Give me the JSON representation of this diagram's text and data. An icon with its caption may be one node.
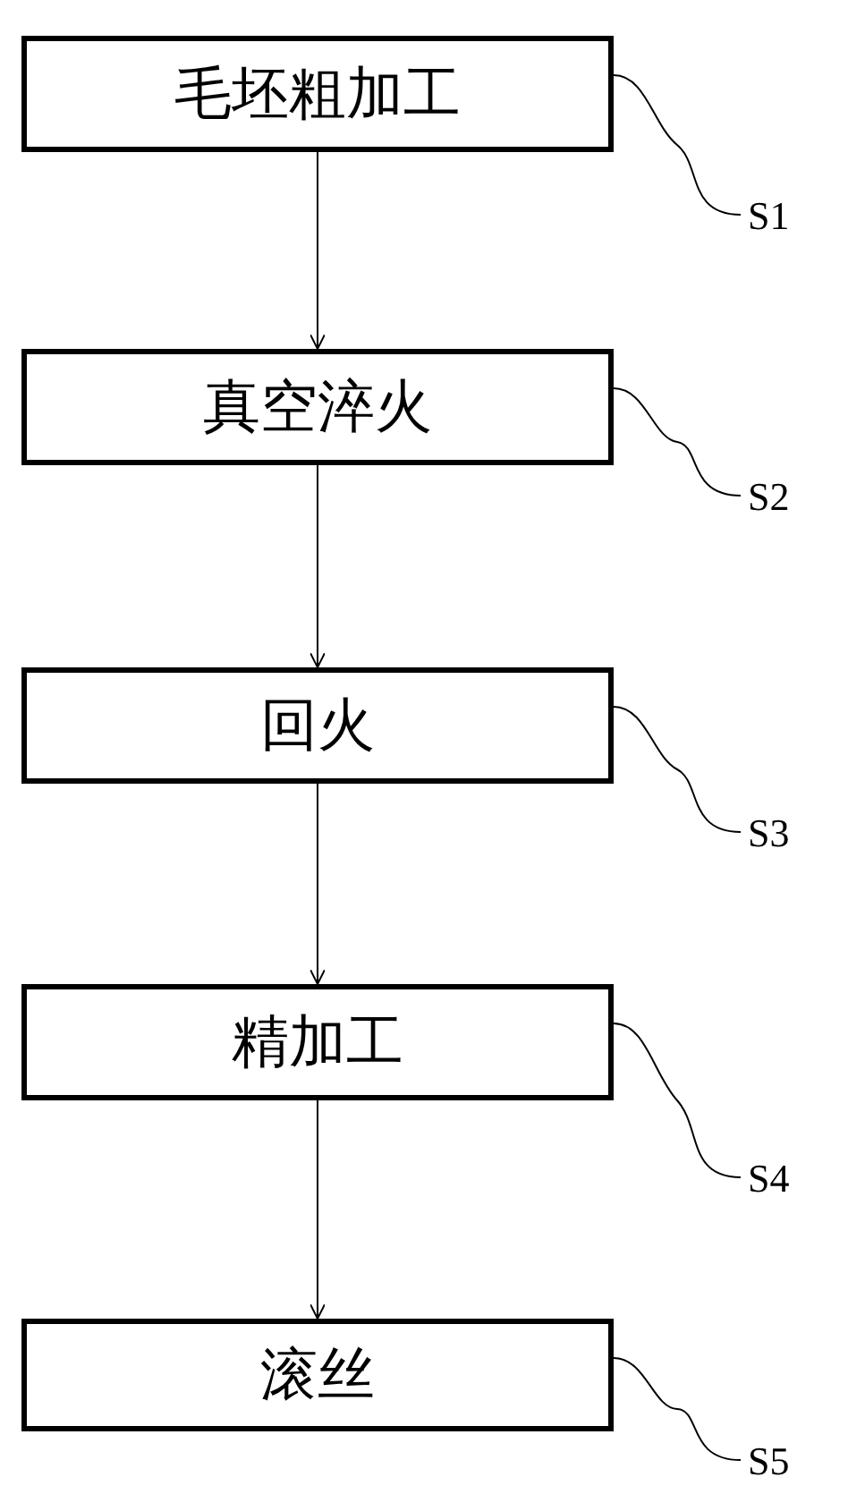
{
  "diagram": {
    "nodes": [
      {
        "text": [
          "毛坯粗加工"
        ]
      },
      {
        "text": [
          "真空淬火"
        ]
      },
      {
        "text": [
          "回火"
        ]
      },
      {
        "text": [
          "精加工"
        ]
      },
      {
        "text": [
          "滚丝"
        ]
      },
      {
        "text": [
          "S1"
        ]
      },
      {
        "text": [
          "S2"
        ]
      },
      {
        "text": [
          "S3"
        ]
      },
      {
        "text": [
          "S4"
        ]
      },
      {
        "text": [
          "S5"
        ]
      }
    ],
    "edges": [
      {
        "from": 0,
        "to": 1,
        "arrow": "to"
      },
      {
        "from": 1,
        "to": 2,
        "arrow": "to"
      },
      {
        "from": 2,
        "to": 3,
        "arrow": "to"
      },
      {
        "from": 3,
        "to": 4,
        "arrow": "to"
      },
      {
        "from": 5,
        "to": 0,
        "arrow": "none"
      },
      {
        "from": 6,
        "to": 1,
        "arrow": "none"
      },
      {
        "from": 7,
        "to": 2,
        "arrow": "none"
      },
      {
        "from": 8,
        "to": 3,
        "arrow": "none"
      },
      {
        "from": 9,
        "to": 4,
        "arrow": "none"
      }
    ]
  }
}
